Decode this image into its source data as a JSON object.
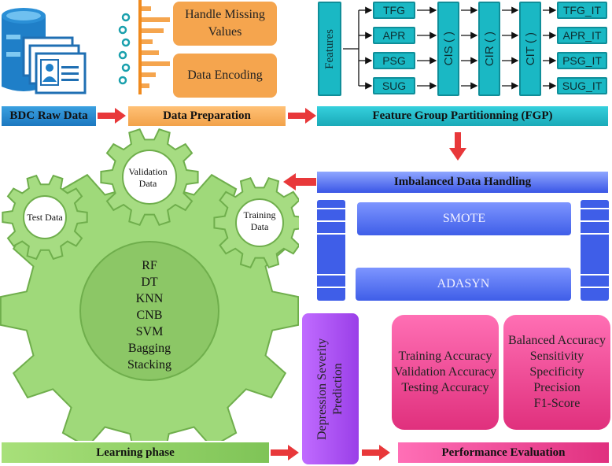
{
  "raw_data_label": "BDC Raw Data",
  "data_preparation": {
    "title": "Data Preparation",
    "steps": [
      "Handle Missing Values",
      "Data Encoding"
    ]
  },
  "fgp": {
    "title": "Feature Group Partitionning (FGP)",
    "features_label": "Features",
    "groups": [
      "TFG",
      "APR",
      "PSG",
      "SUG"
    ],
    "stages": [
      "CIS ( )",
      "CIR ( )",
      "CIT ( )"
    ],
    "outputs": [
      "TFG_IT",
      "APR_IT",
      "PSG_IT",
      "SUG_IT"
    ]
  },
  "imbalanced": {
    "title": "Imbalanced Data Handling",
    "methods": [
      "SMOTE",
      "ADASYN"
    ]
  },
  "learning": {
    "title": "Learning phase",
    "gears": [
      "Validation Data",
      "Test Data",
      "Training Data"
    ],
    "models": [
      "RF",
      "DT",
      "KNN",
      "CNB",
      "SVM",
      "Bagging",
      "Stacking"
    ]
  },
  "prediction_label": "Depression Severity Prediction",
  "performance": {
    "title": "Performance Evaluation",
    "accuracy": [
      "Training Accuracy",
      "Validation Accuracy",
      "Testing Accuracy"
    ],
    "metrics": [
      "Balanced Accuracy",
      "Sensitivity",
      "Specificity",
      "Precision",
      "F1-Score"
    ]
  },
  "colors": {
    "arrow": "#e8383a",
    "blue": "#1c78c0",
    "orange": "#f5a54e",
    "teal": "#1ab8c4",
    "indigo": "#3f5ee8",
    "green": "#8fd16a",
    "pink": "#e0307d",
    "purple": "#a64cf0"
  }
}
